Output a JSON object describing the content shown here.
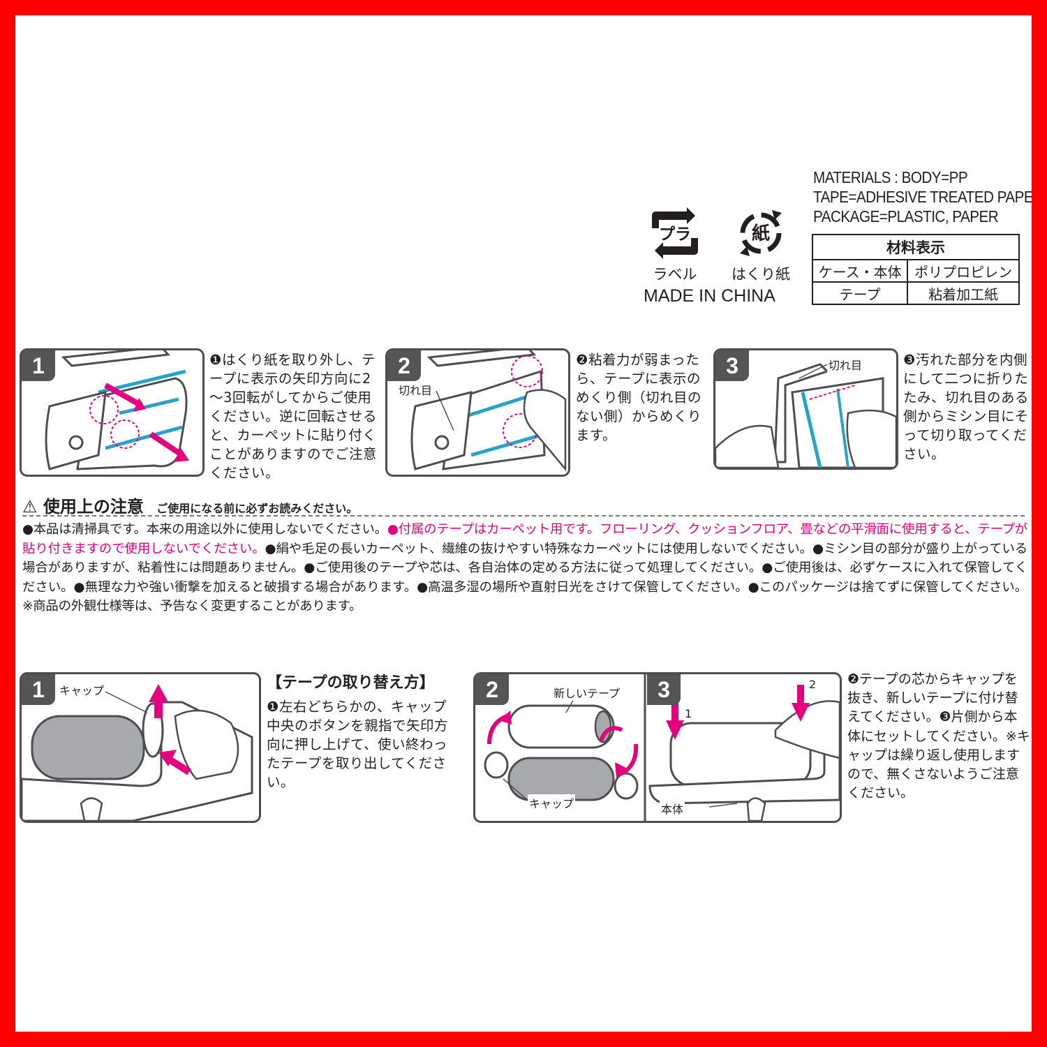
{
  "materials_en": {
    "line1": "MATERIALS : BODY=PP",
    "line2": "TAPE=ADHESIVE TREATED PAPER",
    "line3": "PACKAGE=PLASTIC, PAPER"
  },
  "materials_table": {
    "title": "材料表示",
    "rows": [
      {
        "part": "ケース・本体",
        "material": "ポリプロピレン"
      },
      {
        "part": "テープ",
        "material": "粘着加工紙"
      }
    ]
  },
  "recycle": {
    "pla_mark": "プラ",
    "pla_label": "ラベル",
    "paper_mark": "紙",
    "paper_label": "はくり紙",
    "made_in": "MADE IN CHINA"
  },
  "usage_steps": [
    {
      "num": "1",
      "text": "❶はくり紙を取り外し、テープに表示の矢印方向に2～3回転がしてからご使用ください。逆に回転させると、カーペットに貼り付くことがありますのでご注意ください。"
    },
    {
      "num": "2",
      "text": "❷粘着力が弱まったら、テープに表示のめくり側（切れ目のない側）からめくります。",
      "callout": "切れ目"
    },
    {
      "num": "3",
      "text": "❸汚れた部分を内側にして二つに折りたたみ、切れ目のある側からミシン目にそって切り取ってください。",
      "callout": "切れ目"
    }
  ],
  "caution": {
    "title": "使用上の注意",
    "subtitle": "ご使用になる前に必ずお読みください。",
    "p1": "●本品は清掃具です。本来の用途以外に使用しないでください。",
    "p2": "●付属のテープはカーペット用です。フローリング、クッションフロア、畳などの平滑面に使用すると、テープが貼り付きますので使用しないでください。",
    "p3": "●絹や毛足の長いカーペット、繊維の抜けやすい特殊なカーペットには使用しないでください。●ミシン目の部分が盛り上がっている場合がありますが、粘着性には問題ありません。●ご使用後のテープや芯は、各自治体の定める方法に従って処理してください。●ご使用後は、必ずケースに入れて保管してください。●無理な力や強い衝撃を加えると破損する場合があります。●高温多湿の場所や直射日光をさけて保管してください。●このパッケージは捨てずに保管してください。※商品の外観仕様等は、予告なく変更することがあります。"
  },
  "replacement": {
    "title": "【テープの取り替え方】",
    "step1_text": "❶左右どちらかの、キャップ中央のボタンを親指で矢印方向に押し上げて、使い終わったテープを取り出してください。",
    "step1_callout": "キャップ",
    "step2_callout_new": "新しいテープ",
    "step2_callout_cap": "キャップ",
    "step3_callout_body": "本体",
    "step3_mark1": "1",
    "step3_mark2": "2",
    "step23_text": "❷テープの芯からキャップを抜き、新しいテープに付け替えてください。❸片側から本体にセットしてください。※キャップは繰り返し使用しますので、無くさないようご注意ください。",
    "nums": [
      "1",
      "2",
      "3"
    ]
  },
  "colors": {
    "pink": "#e5007e",
    "teal": "#27a3c7",
    "border": "#4d4d4f",
    "frame": "#ff0000"
  }
}
